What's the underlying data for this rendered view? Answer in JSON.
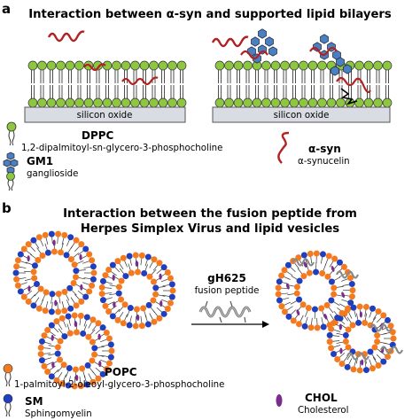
{
  "panel_a": {
    "letter": "a",
    "title": "Interaction between α-syn and supported lipid bilayers",
    "substrate_left": "silicon oxide",
    "substrate_right": "silicon oxide",
    "legend": {
      "dppc_name": "DPPC",
      "dppc_full": "1,2-dipalmitoyl-sn-glycero-3-phosphocholine",
      "gm1_name": "GM1",
      "gm1_full": "ganglioside",
      "asyn_name": "α-syn",
      "asyn_full": "α-synucelin"
    }
  },
  "panel_b": {
    "letter": "b",
    "title_line1": "Interaction between the fusion peptide from",
    "title_line2": "Herpes Simplex Virus and lipid vesicles",
    "peptide_name": "gH625",
    "peptide_desc": "fusion peptide",
    "legend": {
      "popc_name": "POPC",
      "popc_full": "1-palmitoyl-2-oleoyl-glycero-3-phosphocholine",
      "sm_name": "SM",
      "sm_full": "Sphingomyelin",
      "chol_name": "CHOL",
      "chol_full": "Cholesterol"
    }
  },
  "colors": {
    "lipid_head": "#8dc63f",
    "gm1_hex": "#4a7fc1",
    "asyn": "#b22222",
    "popc_head": "#f47a20",
    "sm_head": "#1f3fbf",
    "chol": "#7b2d8e",
    "substrate": "#d9dde3"
  }
}
